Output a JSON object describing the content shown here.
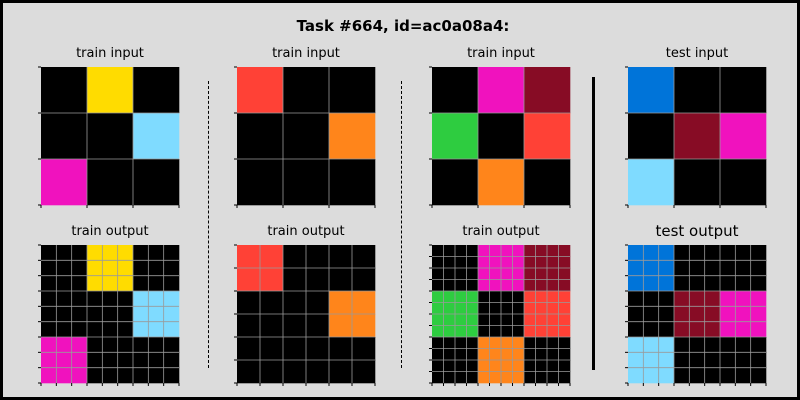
{
  "title": "Task #664, id=ac0a08a4:",
  "palette": {
    "0": "#000000",
    "2": "#ff4136",
    "4": "#2ecc40",
    "5": "#ffdc00",
    "6": "#f012be",
    "7": "#ff851b",
    "8": "#7fdbff",
    "9": "#870c25",
    "10": "#0074d9"
  },
  "grid_line_color": "#9a9a9a",
  "panels": [
    {
      "id": "train-1-input",
      "label": "train input",
      "grid": [
        [
          0,
          5,
          0
        ],
        [
          0,
          0,
          8
        ],
        [
          6,
          0,
          0
        ]
      ]
    },
    {
      "id": "train-2-input",
      "label": "train input",
      "grid": [
        [
          2,
          0,
          0
        ],
        [
          0,
          0,
          7
        ],
        [
          0,
          0,
          0
        ]
      ]
    },
    {
      "id": "train-3-input",
      "label": "train input",
      "grid": [
        [
          0,
          6,
          9
        ],
        [
          4,
          0,
          2
        ],
        [
          0,
          7,
          0
        ]
      ]
    },
    {
      "id": "test-input",
      "label": "test input",
      "grid": [
        [
          10,
          0,
          0
        ],
        [
          0,
          9,
          6
        ],
        [
          8,
          0,
          0
        ]
      ]
    },
    {
      "id": "train-1-output",
      "label": "train output",
      "grid": [
        [
          0,
          0,
          0,
          5,
          5,
          5,
          0,
          0,
          0
        ],
        [
          0,
          0,
          0,
          5,
          5,
          5,
          0,
          0,
          0
        ],
        [
          0,
          0,
          0,
          5,
          5,
          5,
          0,
          0,
          0
        ],
        [
          0,
          0,
          0,
          0,
          0,
          0,
          8,
          8,
          8
        ],
        [
          0,
          0,
          0,
          0,
          0,
          0,
          8,
          8,
          8
        ],
        [
          0,
          0,
          0,
          0,
          0,
          0,
          8,
          8,
          8
        ],
        [
          6,
          6,
          6,
          0,
          0,
          0,
          0,
          0,
          0
        ],
        [
          6,
          6,
          6,
          0,
          0,
          0,
          0,
          0,
          0
        ],
        [
          6,
          6,
          6,
          0,
          0,
          0,
          0,
          0,
          0
        ]
      ]
    },
    {
      "id": "train-2-output",
      "label": "train output",
      "grid": [
        [
          2,
          2,
          0,
          0,
          0,
          0
        ],
        [
          2,
          2,
          0,
          0,
          0,
          0
        ],
        [
          0,
          0,
          0,
          0,
          7,
          7
        ],
        [
          0,
          0,
          0,
          0,
          7,
          7
        ],
        [
          0,
          0,
          0,
          0,
          0,
          0
        ],
        [
          0,
          0,
          0,
          0,
          0,
          0
        ]
      ]
    },
    {
      "id": "train-3-output",
      "label": "train output",
      "grid": [
        [
          0,
          0,
          0,
          0,
          6,
          6,
          6,
          6,
          9,
          9,
          9,
          9
        ],
        [
          0,
          0,
          0,
          0,
          6,
          6,
          6,
          6,
          9,
          9,
          9,
          9
        ],
        [
          0,
          0,
          0,
          0,
          6,
          6,
          6,
          6,
          9,
          9,
          9,
          9
        ],
        [
          0,
          0,
          0,
          0,
          6,
          6,
          6,
          6,
          9,
          9,
          9,
          9
        ],
        [
          4,
          4,
          4,
          4,
          0,
          0,
          0,
          0,
          2,
          2,
          2,
          2
        ],
        [
          4,
          4,
          4,
          4,
          0,
          0,
          0,
          0,
          2,
          2,
          2,
          2
        ],
        [
          4,
          4,
          4,
          4,
          0,
          0,
          0,
          0,
          2,
          2,
          2,
          2
        ],
        [
          4,
          4,
          4,
          4,
          0,
          0,
          0,
          0,
          2,
          2,
          2,
          2
        ],
        [
          0,
          0,
          0,
          0,
          7,
          7,
          7,
          7,
          0,
          0,
          0,
          0
        ],
        [
          0,
          0,
          0,
          0,
          7,
          7,
          7,
          7,
          0,
          0,
          0,
          0
        ],
        [
          0,
          0,
          0,
          0,
          7,
          7,
          7,
          7,
          0,
          0,
          0,
          0
        ],
        [
          0,
          0,
          0,
          0,
          7,
          7,
          7,
          7,
          0,
          0,
          0,
          0
        ]
      ]
    },
    {
      "id": "test-output",
      "label": "test output",
      "grid": [
        [
          10,
          10,
          10,
          0,
          0,
          0,
          0,
          0,
          0
        ],
        [
          10,
          10,
          10,
          0,
          0,
          0,
          0,
          0,
          0
        ],
        [
          10,
          10,
          10,
          0,
          0,
          0,
          0,
          0,
          0
        ],
        [
          0,
          0,
          0,
          9,
          9,
          9,
          6,
          6,
          6
        ],
        [
          0,
          0,
          0,
          9,
          9,
          9,
          6,
          6,
          6
        ],
        [
          0,
          0,
          0,
          9,
          9,
          9,
          6,
          6,
          6
        ],
        [
          8,
          8,
          8,
          0,
          0,
          0,
          0,
          0,
          0
        ],
        [
          8,
          8,
          8,
          0,
          0,
          0,
          0,
          0,
          0
        ],
        [
          8,
          8,
          8,
          0,
          0,
          0,
          0,
          0,
          0
        ]
      ]
    }
  ]
}
